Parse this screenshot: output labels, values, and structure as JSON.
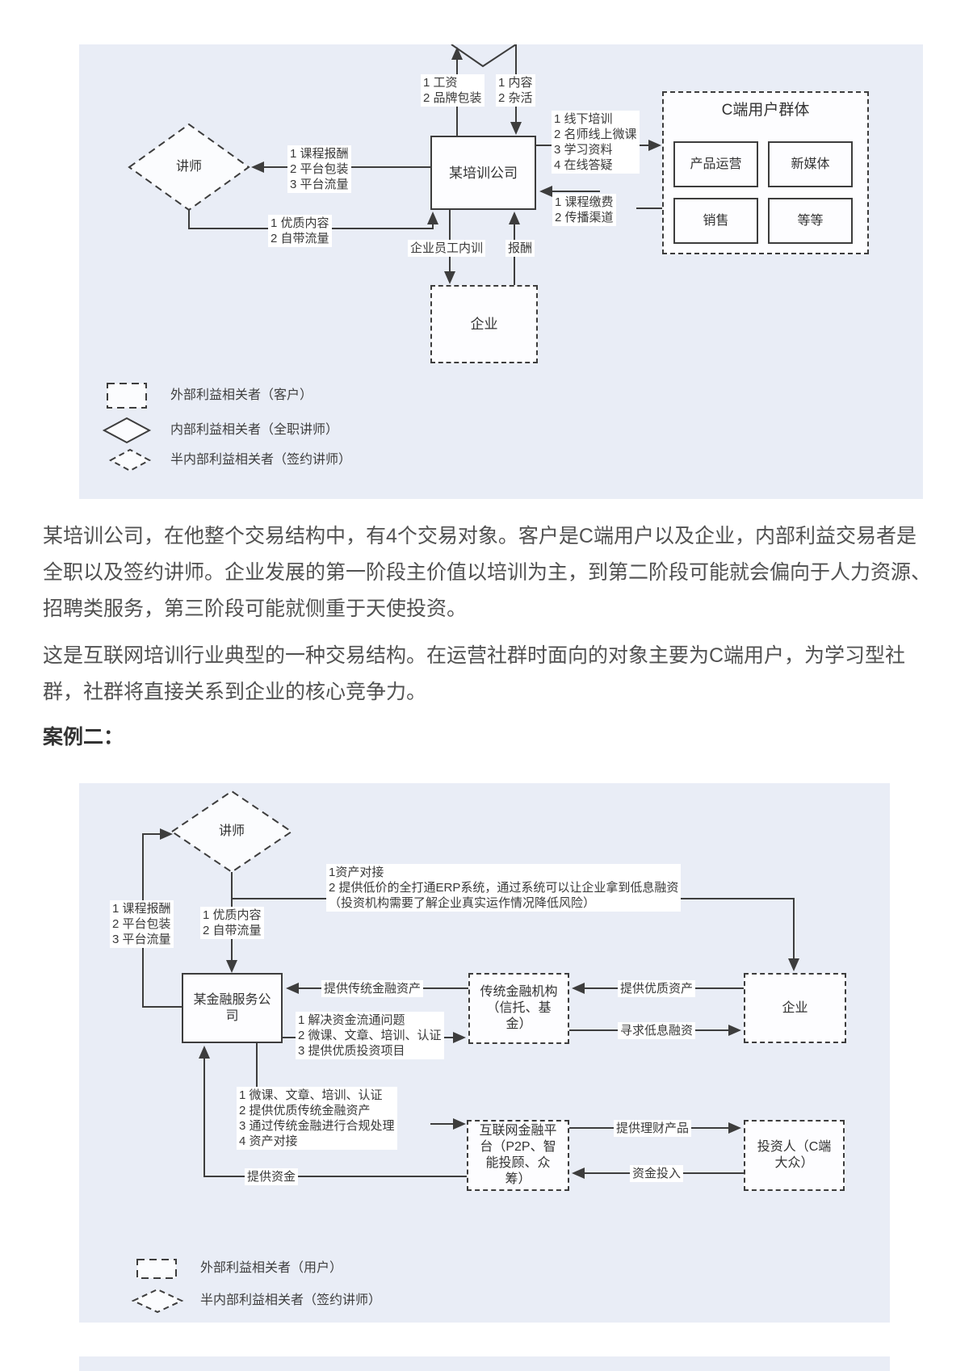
{
  "colors": {
    "panel_bg": "#e9edf6",
    "stroke": "#3d3d3d"
  },
  "diagram1": {
    "nodes": {
      "lecturer": "讲师",
      "company": "某培训公司",
      "enterprise": "企业",
      "cgroup_title": "C端用户群体",
      "cgroup_items": [
        "产品运营",
        "新媒体",
        "销售",
        "等等"
      ]
    },
    "edges": {
      "salary": "1 工资\n2 品牌包装",
      "content": "1 内容\n2 杂活",
      "course_reward": "1 课程报酬\n2 平台包装\n3 平台流量",
      "quality": "1 优质内容\n2 自带流量",
      "offline": "1 线下培训\n2 名师线上微课\n3 学习资料\n4 在线答疑",
      "fee": "1 课程缴费\n2 传播渠道",
      "training": "企业员工内训",
      "pay": "报酬"
    },
    "legend": [
      "外部利益相关者（客户）",
      "内部利益相关者（全职讲师）",
      "半内部利益相关者（签约讲师）"
    ]
  },
  "text": {
    "paragraph1": "某培训公司，在他整个交易结构中，有4个交易对象。客户是C端用户以及企业，内部利益交易者是全职以及签约讲师。企业发展的第一阶段主价值以培训为主，到第二阶段可能就会偏向于人力资源、招聘类服务，第三阶段可能就侧重于天使投资。",
    "paragraph2": "这是互联网培训行业典型的一种交易结构。在运营社群时面向的对象主要为C端用户，为学习型社群，社群将直接关系到企业的核心竞争力。",
    "case2_heading": "案例二："
  },
  "diagram2": {
    "nodes": {
      "lecturer": "讲师",
      "fin_company": "某金融服务公\n司",
      "traditional": "传统金融机构\n（信托、基\n金）",
      "enterprise": "企业",
      "platform": "互联网金融平\n台（P2P、智\n能投顾、众\n筹）",
      "investor": "投资人（C端\n大众）"
    },
    "edges": {
      "erp": "1资产对接\n2 提供低价的全打通ERP系统，通过系统可以让企业拿到低息融资\n（投资机构需要了解企业真实运作情况降低风险）",
      "course_reward": "1 课程报酬\n2 平台包装\n3 平台流量",
      "quality": "1 优质内容\n2 自带流量",
      "traditional_assets": "提供传统金融资产",
      "solve": "1 解决资金流通问题\n2 微课、文章、培训、认证\n3 提供优质投资项目",
      "quality_assets": "提供优质资产",
      "seek_financing": "寻求低息融资",
      "micro": "1 微课、文章、培训、认证\n2 提供优质传统金融资产\n3 通过传统金融进行合规处理\n4 资产对接",
      "provide_funds": "提供资金",
      "wealth_products": "提供理财产品",
      "capital_input": "资金投入"
    },
    "legend": [
      "外部利益相关者（用户）",
      "半内部利益相关者（签约讲师）"
    ]
  }
}
